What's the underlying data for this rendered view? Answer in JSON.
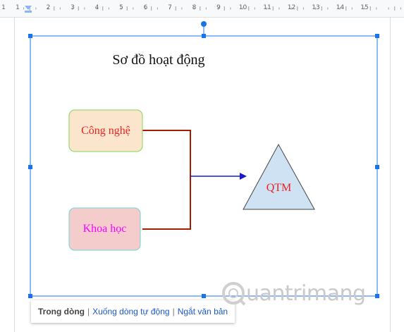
{
  "ruler": {
    "numbers": [
      "1",
      "1",
      "2",
      "3",
      "4",
      "5",
      "6",
      "7",
      "8",
      "9",
      "10",
      "11",
      "12",
      "13",
      "14",
      "15"
    ]
  },
  "drawing": {
    "title": "Sơ đồ hoạt động",
    "box1": {
      "label": "Công nghệ",
      "fill": "#fce5cd",
      "border": "#7ed957",
      "text_color": "#e8231f"
    },
    "box2": {
      "label": "Khoa học",
      "fill": "#f4cccc",
      "border": "#6fd6d6",
      "text_color": "#ff00ff"
    },
    "triangle": {
      "label": "QTM",
      "fill": "#cfe2f3",
      "border": "#444444",
      "text_color": "#e8231f"
    },
    "connector_color": "#a61c00",
    "arrow_color": "#1a1acc",
    "selection_color": "#1a73e8"
  },
  "wrap_toolbar": {
    "inline": "Trong dòng",
    "wrap_text": "Xuống dòng tự động",
    "break_text": "Ngắt văn bản",
    "separator": "|"
  },
  "watermark": {
    "text": "uantrimang"
  }
}
